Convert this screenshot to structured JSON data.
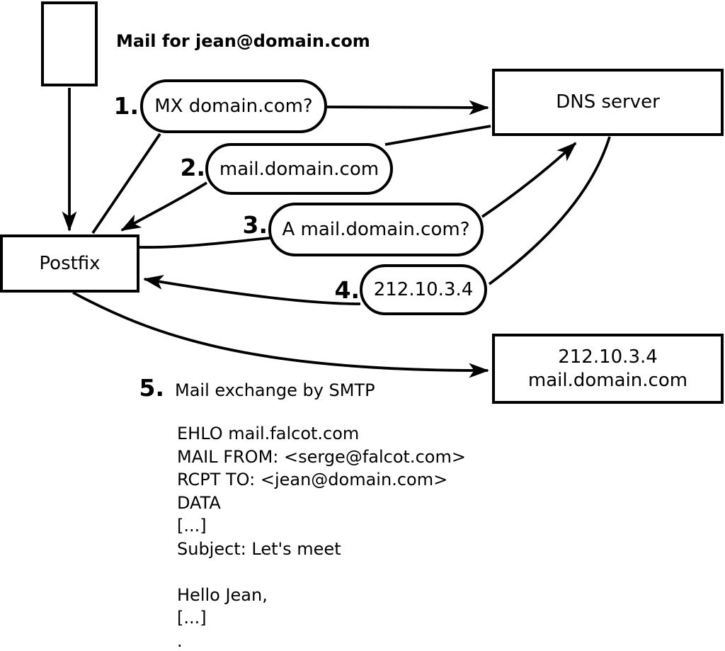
{
  "title_label": "Mail for jean@domain.com",
  "nodes": {
    "postfix": "Postfix",
    "dns_server": "DNS server",
    "mail_server": {
      "line1": "212.10.3.4",
      "line2": "mail.domain.com"
    }
  },
  "steps": [
    {
      "num": "1.",
      "label": "MX domain.com?"
    },
    {
      "num": "2.",
      "label": "mail.domain.com"
    },
    {
      "num": "3.",
      "label": "A mail.domain.com?"
    },
    {
      "num": "4.",
      "label": "212.10.3.4"
    },
    {
      "num": "5.",
      "label": "Mail exchange by SMTP"
    }
  ],
  "smtp_session": {
    "lines": [
      "EHLO mail.falcot.com",
      "MAIL FROM: <serge@falcot.com>",
      "RCPT TO: <jean@domain.com>",
      "DATA",
      "[...]",
      "Subject: Let's meet",
      "",
      "Hello Jean,",
      "[...]",
      "."
    ]
  },
  "colors": {
    "line": "#000000",
    "background": "#ffffff",
    "box_fill": "#ffffff"
  }
}
